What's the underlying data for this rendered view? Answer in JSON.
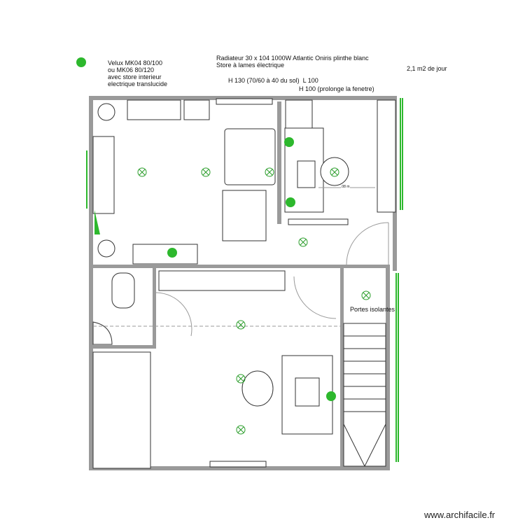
{
  "annotations": {
    "velux": [
      "Velux MK04 80/100",
      "ou MK06 80/120",
      "avec store interieur",
      "electrique translucide"
    ],
    "radiator": [
      "Radiateur 30 x 104 1000W Atlantic Oniris plinthe blanc",
      "Store à lames électrique"
    ],
    "daylight": "2,1 m2 de jour",
    "window_h130": "H 130 (70/60 à 40 du sol)  L 100",
    "window_h100": "H 100 (prolonge la fenetre)",
    "doors": "Portes isolantes",
    "dimension": ".08 m"
  },
  "colors": {
    "wall": "#9a9a9a",
    "window": "#2db82d",
    "light": "#2a9d2a",
    "furniture": "#333333"
  },
  "icons": [
    "light-fixture-icon",
    "ceiling-light-icon",
    "desk-icon",
    "office-chair-icon",
    "laptop-icon",
    "sofa-icon",
    "bookshelf-icon",
    "toilet-icon",
    "sink-icon",
    "plant-icon",
    "stairs-icon",
    "door-swing-icon",
    "radiator-icon"
  ],
  "watermark": "www.archifacile.fr"
}
